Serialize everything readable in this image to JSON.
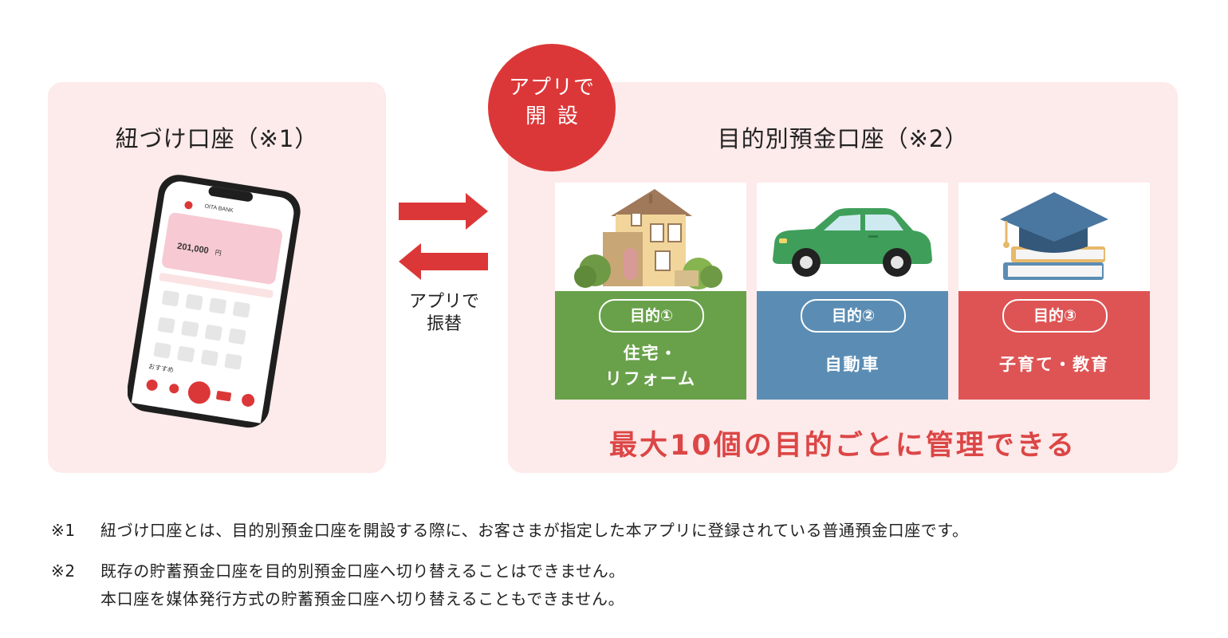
{
  "left_panel": {
    "title": "紐づけ口座（※1）"
  },
  "right_panel": {
    "title": "目的別預金口座（※2）"
  },
  "badge": {
    "line1": "アプリで",
    "line2": "開設"
  },
  "transfer_caption": {
    "line1": "アプリで",
    "line2": "振替"
  },
  "phone": {
    "bank_name": "OITA BANK",
    "balance": "201,000",
    "balance_unit": "円",
    "recommend": "おすすめ"
  },
  "cards": [
    {
      "tag": "目的①",
      "label_lines": [
        "住宅・",
        "リフォーム"
      ],
      "color": "#69a14a",
      "icon": "house-icon"
    },
    {
      "tag": "目的②",
      "label_lines": [
        "自動車"
      ],
      "color": "#5b8db4",
      "icon": "car-icon"
    },
    {
      "tag": "目的③",
      "label_lines": [
        "子育て・教育"
      ],
      "color": "#de5454",
      "icon": "graduation-cap-icon"
    }
  ],
  "headline": "最大10個の目的ごとに管理できる",
  "notes": [
    {
      "mark": "※1",
      "text": "紐づけ口座とは、目的別預金口座を開設する際に、お客さまが指定した本アプリに登録されている普通預金口座です。"
    },
    {
      "mark": "※2",
      "text": "既存の貯蓄預金口座を目的別預金口座へ切り替えることはできません。"
    },
    {
      "mark": "",
      "text": "本口座を媒体発行方式の貯蓄預金口座へ切り替えることもできません。"
    }
  ],
  "colors": {
    "accent_red": "#dc3738",
    "panel_bg": "#fdeaea",
    "headline_red": "#dc4646"
  }
}
